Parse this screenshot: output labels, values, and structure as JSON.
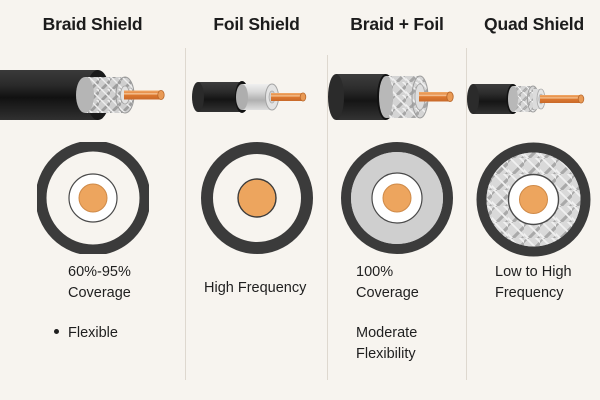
{
  "theme": {
    "background": "#f7f4ef",
    "text": "#1f1f1f",
    "divider": "#ded8cf",
    "jacket_dark": "#2e2e2e",
    "jacket_black": "#1f1f1f",
    "shield_silver": "#c9c9c9",
    "shield_light": "#dcdcdc",
    "dielectric_white": "#ffffff",
    "conductor_orange": "#eda55e"
  },
  "columns": [
    {
      "id": "braid-shield",
      "title": "Braid Shield",
      "cable_icon": "coaxial-cable-braid-cutaway",
      "cross_section_icon": "cross-section-braid-shield",
      "facts": [
        {
          "type": "text",
          "lines": [
            "60%-95%",
            "Coverage"
          ]
        },
        {
          "type": "bullet",
          "lines": [
            "Flexible"
          ]
        }
      ]
    },
    {
      "id": "foil-shield",
      "title": "Foil Shield",
      "cable_icon": "coaxial-cable-foil-cutaway",
      "cross_section_icon": "cross-section-foil-shield",
      "facts": [
        {
          "type": "text",
          "lines": [
            "High Frequency"
          ]
        }
      ]
    },
    {
      "id": "braid-plus-foil",
      "title": "Braid + Foil",
      "cable_icon": "coaxial-cable-braid-foil-cutaway",
      "cross_section_icon": "cross-section-braid-foil-shield",
      "facts": [
        {
          "type": "text",
          "lines": [
            "100%",
            "Coverage"
          ]
        },
        {
          "type": "text",
          "lines": [
            "Moderate",
            "Flexibility"
          ]
        }
      ]
    },
    {
      "id": "quad-shield",
      "title": "Quad Shield",
      "cable_icon": "coaxial-cable-quad-cutaway",
      "cross_section_icon": "cross-section-quad-shield",
      "facts": [
        {
          "type": "text",
          "lines": [
            "Low to High",
            "Frequency"
          ]
        }
      ]
    }
  ]
}
